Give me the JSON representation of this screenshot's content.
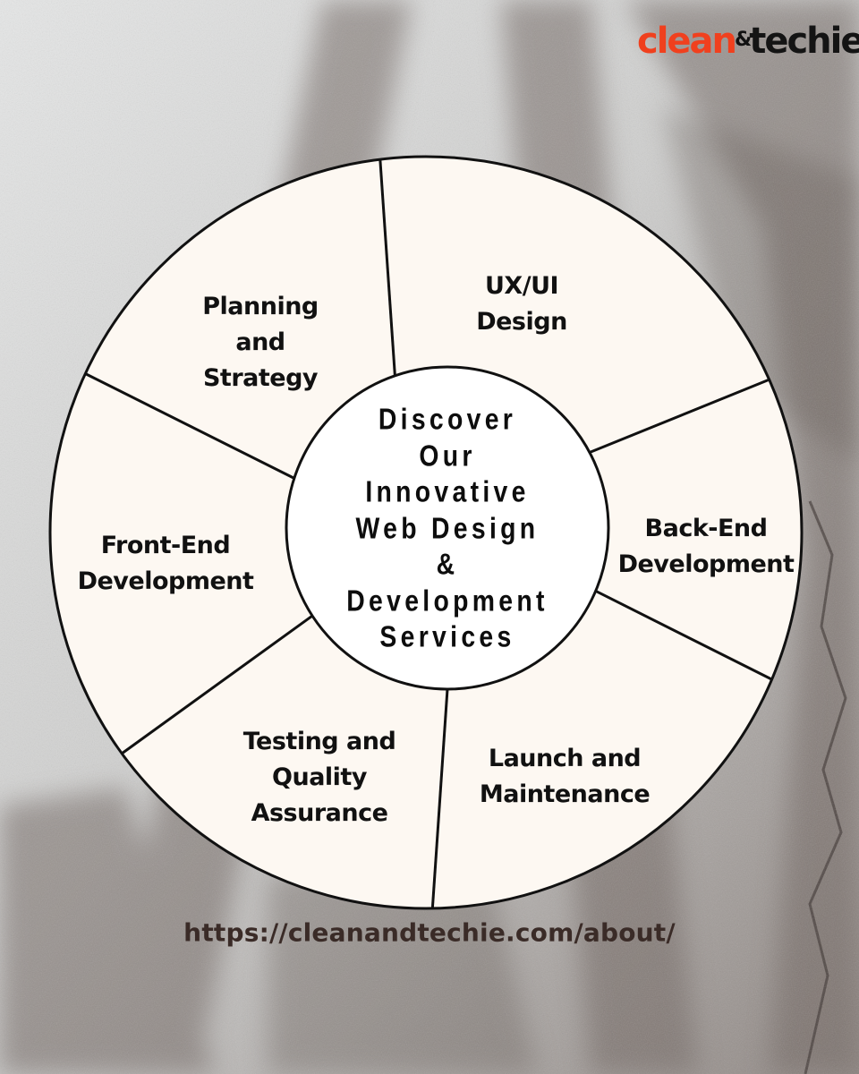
{
  "logo": {
    "clean": "clean",
    "amp": "&",
    "techie": "techie"
  },
  "center": {
    "lines": [
      "Discover",
      "Our",
      "Innovative",
      "Web Design",
      "&",
      "Development",
      "Services"
    ]
  },
  "segments": [
    {
      "id": "ux-ui-design",
      "lines": [
        "UX/UI",
        "Design"
      ]
    },
    {
      "id": "back-end-development",
      "lines": [
        "Back-End",
        "Development"
      ]
    },
    {
      "id": "launch-and-maintenance",
      "lines": [
        "Launch and",
        "Maintenance"
      ]
    },
    {
      "id": "testing-and-quality-assurance",
      "lines": [
        "Testing and",
        "Quality",
        "Assurance"
      ]
    },
    {
      "id": "front-end-development",
      "lines": [
        "Front-End",
        "Development"
      ]
    },
    {
      "id": "planning-and-strategy",
      "lines": [
        "Planning",
        "and",
        "Strategy"
      ]
    }
  ],
  "url": "https://cleanandtechie.com/about/",
  "colors": {
    "wheel_fill": "#fdf8f2",
    "center_fill": "#ffffff",
    "outline": "#111111",
    "brand_red": "#f0401e",
    "url_text": "#3a2b27"
  }
}
